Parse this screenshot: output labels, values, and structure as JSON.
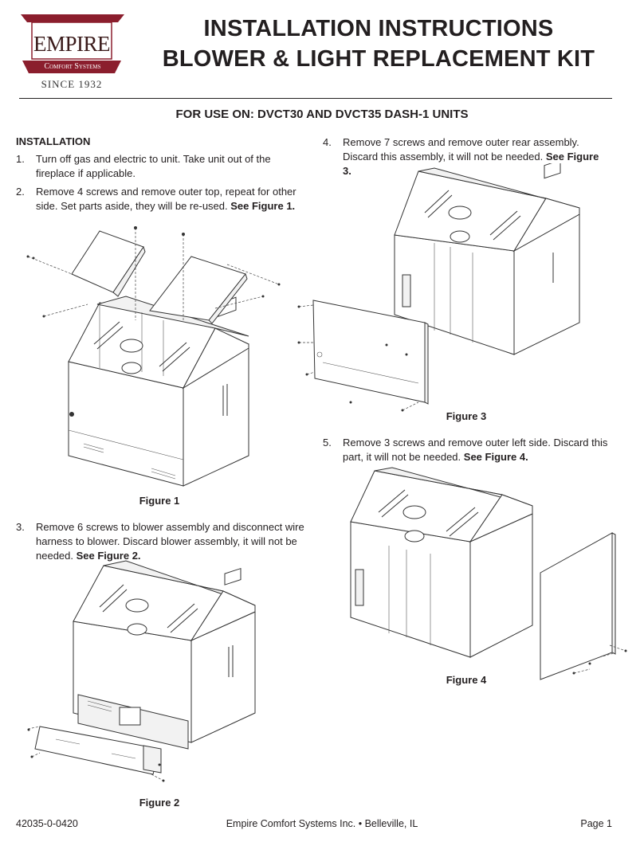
{
  "header": {
    "logo": {
      "brand": "EMPIRE",
      "sub": "Comfort Systems",
      "since": "SINCE 1932"
    },
    "title_line1": "INSTALLATION INSTRUCTIONS",
    "title_line2": "BLOWER & LIGHT REPLACEMENT KIT",
    "subtitle": "FOR USE ON: DVCT30 AND DVCT35 DASH-1 UNITS"
  },
  "installation": {
    "heading": "INSTALLATION",
    "steps": [
      {
        "num": "1.",
        "text": "Turn off gas and electric to unit. Take unit out of the fireplace if applicable.",
        "ref": ""
      },
      {
        "num": "2.",
        "text": "Remove 4 screws and remove outer top, repeat for other side. Set parts aside, they will be re-used.",
        "ref": "See Figure 1."
      },
      {
        "num": "3.",
        "text": "Remove 6 screws to blower assembly and disconnect wire harness to blower. Discard blower assembly, it will not be needed.",
        "ref": "See Figure 2."
      },
      {
        "num": "4.",
        "text": "Remove 7 screws and remove outer rear assembly. Discard this assembly, it will not be needed.",
        "ref": "See Figure 3."
      },
      {
        "num": "5.",
        "text": "Remove 3 screws and remove outer left side. Discard this part, it will not be needed.",
        "ref": "See Figure 4."
      }
    ]
  },
  "figures": {
    "fig1": "Figure 1",
    "fig2": "Figure 2",
    "fig3": "Figure 3",
    "fig4": "Figure 4"
  },
  "footer": {
    "doc_number": "42035-0-0420",
    "company": "Empire Comfort Systems Inc. • Belleville, IL",
    "page": "Page 1"
  }
}
